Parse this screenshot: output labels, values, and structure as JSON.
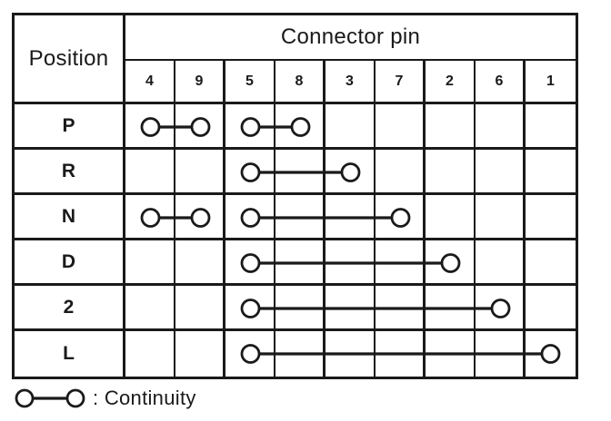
{
  "colors": {
    "ink": "#1a1a1a",
    "paper": "#ffffff"
  },
  "table": {
    "position_header": "Position",
    "connector_pin_header": "Connector pin",
    "pins": [
      "4",
      "9",
      "5",
      "8",
      "3",
      "7",
      "2",
      "6",
      "1"
    ],
    "rows": [
      {
        "label": "P",
        "connections": [
          [
            "4",
            "9"
          ],
          [
            "5",
            "8"
          ]
        ]
      },
      {
        "label": "R",
        "connections": [
          [
            "5",
            "3"
          ]
        ]
      },
      {
        "label": "N",
        "connections": [
          [
            "4",
            "9"
          ],
          [
            "5",
            "7"
          ]
        ]
      },
      {
        "label": "D",
        "connections": [
          [
            "5",
            "2"
          ]
        ]
      },
      {
        "label": "2",
        "connections": [
          [
            "5",
            "6"
          ]
        ]
      },
      {
        "label": "L",
        "connections": [
          [
            "5",
            "1"
          ]
        ]
      }
    ]
  },
  "legend": {
    "symbol": "circle-line-circle",
    "label": ": Continuity"
  }
}
